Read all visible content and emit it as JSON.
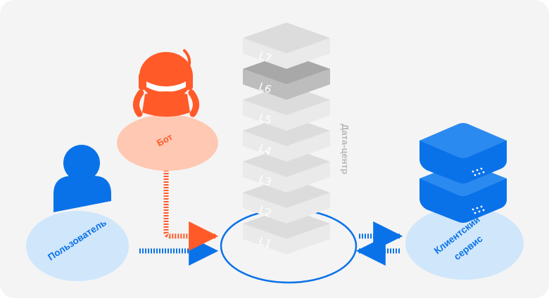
{
  "nodes": {
    "user": {
      "label": "Пользователь",
      "icon": "user-icon",
      "color": "#0a72e8",
      "fill": "#cfe6fb"
    },
    "bot": {
      "label": "Бот",
      "icon": "robot-icon",
      "color": "#ff5a28",
      "fill": "#ffc8b2"
    },
    "datacenter": {
      "label": "Дата-центр",
      "ring_color": "#0a72e8"
    },
    "client": {
      "label_line1": "Клиентский",
      "label_line2": "сервис",
      "icon": "server-icon",
      "color": "#0a72e8",
      "fill": "#cfe6fb"
    }
  },
  "layers": [
    {
      "id": "L7",
      "label": "L7",
      "highlighted": false
    },
    {
      "id": "L6",
      "label": "L6",
      "highlighted": true
    },
    {
      "id": "L5",
      "label": "L5",
      "highlighted": false
    },
    {
      "id": "L4",
      "label": "L4",
      "highlighted": false
    },
    {
      "id": "L3",
      "label": "L3",
      "highlighted": false
    },
    {
      "id": "L2",
      "label": "L2",
      "highlighted": false
    },
    {
      "id": "L1",
      "label": "L1",
      "highlighted": false
    }
  ],
  "colors": {
    "background": "#f4f4f4",
    "layer_top": "#dcdcdc",
    "layer_side": "#eaeaea",
    "layer_text": "#ffffff",
    "highlight_top": "#a8a8a8",
    "highlight_side": "#bdbdbd",
    "user_arrow": "#0a72e8",
    "bot_arrow": "#ff5a28",
    "datacenter_label": "#b9b9b9"
  }
}
